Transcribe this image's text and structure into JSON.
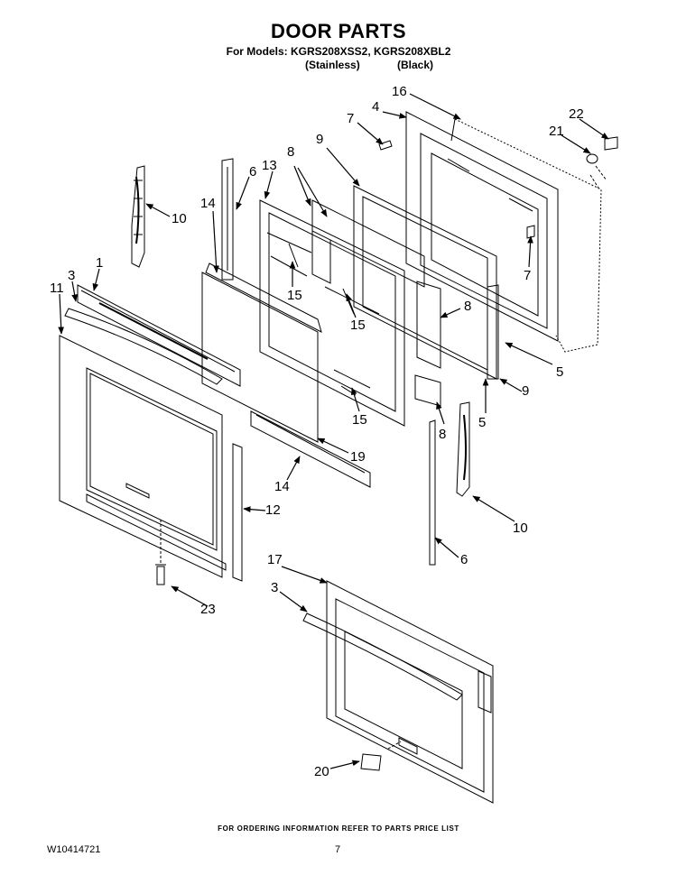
{
  "header": {
    "title": "DOOR PARTS",
    "models_line": "For Models: KGRS208XSS2, KGRS208XBL2",
    "finish_a": "(Stainless)",
    "finish_b": "(Black)"
  },
  "callouts": [
    "1",
    "3",
    "11",
    "10",
    "14",
    "6",
    "13",
    "8",
    "9",
    "7",
    "4",
    "16",
    "21",
    "22",
    "15",
    "15",
    "15",
    "8",
    "7",
    "5",
    "9",
    "8",
    "5",
    "19",
    "14",
    "12",
    "10",
    "6",
    "23",
    "17",
    "3",
    "20"
  ],
  "footer": {
    "order_note": "FOR ORDERING INFORMATION REFER TO PARTS PRICE LIST",
    "doc_number": "W10414721",
    "page_number": "7"
  }
}
